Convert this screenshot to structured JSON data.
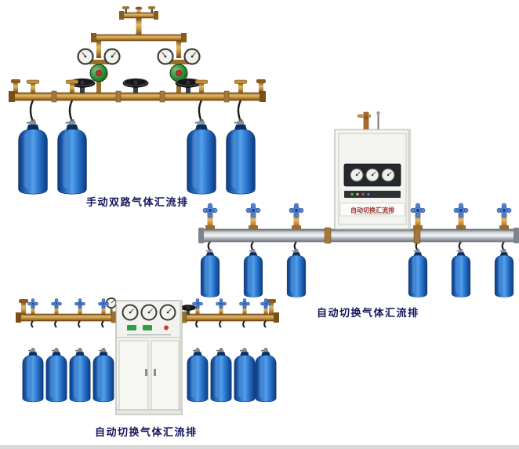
{
  "page": {
    "background": "#ffffff",
    "footer_strip_color": "#d9d9d9"
  },
  "products": {
    "manual_dual": {
      "caption": "手动双路气体汇流排",
      "cylinder_count": 4
    },
    "auto_right": {
      "caption": "自动切换气体汇流排",
      "cylinder_count": 6,
      "cabinet": {
        "label": "自动切换汇流排"
      }
    },
    "auto_bottom": {
      "caption": "自动切换气体汇流排",
      "cylinder_count": 8
    }
  },
  "colors": {
    "caption_text": "#15155e",
    "cylinder_blue_dark": "#0a3a7e",
    "cylinder_blue_light": "#56a0e8",
    "brass": "#c6933f",
    "copper": "#b06a2a",
    "rail_silver": "#cfd4d9",
    "cabinet_body": "#f2f3ee",
    "regulator_green": "#2e8b36",
    "handwheel_black": "#16181b",
    "handwheel_blue": "#5588d8"
  },
  "icons": {
    "gas_cylinder": "svg-shape",
    "pressure_gauge": "svg-circle",
    "handwheel_valve": "svg-ellipse",
    "blue_handwheel": "svg-flower",
    "manifold_pipe": "svg-rect",
    "control_cabinet": "svg-rect"
  }
}
